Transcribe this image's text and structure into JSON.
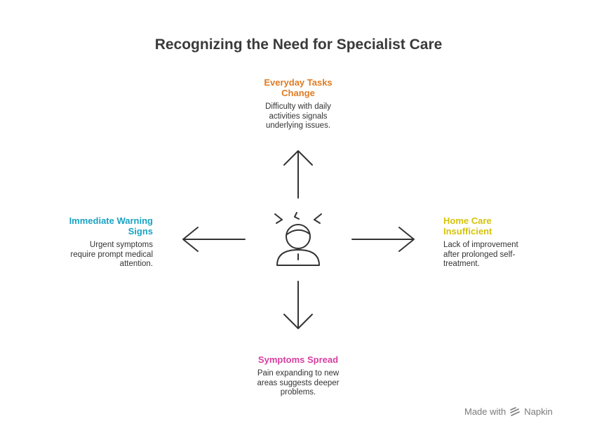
{
  "title": "Recognizing the Need for Specialist Care",
  "top": {
    "heading": [
      "Everyday Tasks",
      "Change"
    ],
    "description": [
      "Difficulty with daily",
      "activities signals",
      "underlying issues."
    ],
    "color": "#e07b23"
  },
  "left": {
    "heading": [
      "Immediate Warning",
      "Signs"
    ],
    "description": [
      "Urgent symptoms",
      "require prompt medical",
      "attention."
    ],
    "color": "#1aa3c4"
  },
  "right": {
    "heading": [
      "Home Care",
      "Insufficient"
    ],
    "description": [
      "Lack of improvement",
      "after prolonged self-",
      "treatment."
    ],
    "color": "#d6c20a"
  },
  "bottom": {
    "heading": [
      "Symptoms Spread"
    ],
    "description": [
      "Pain expanding to new",
      "areas suggests deeper",
      "problems."
    ],
    "color": "#d63fa0"
  },
  "center_icon": "stressed-person-icon",
  "footer": {
    "made_with": "Made with",
    "brand": "Napkin",
    "logo_icon": "napkin-logo-icon"
  }
}
